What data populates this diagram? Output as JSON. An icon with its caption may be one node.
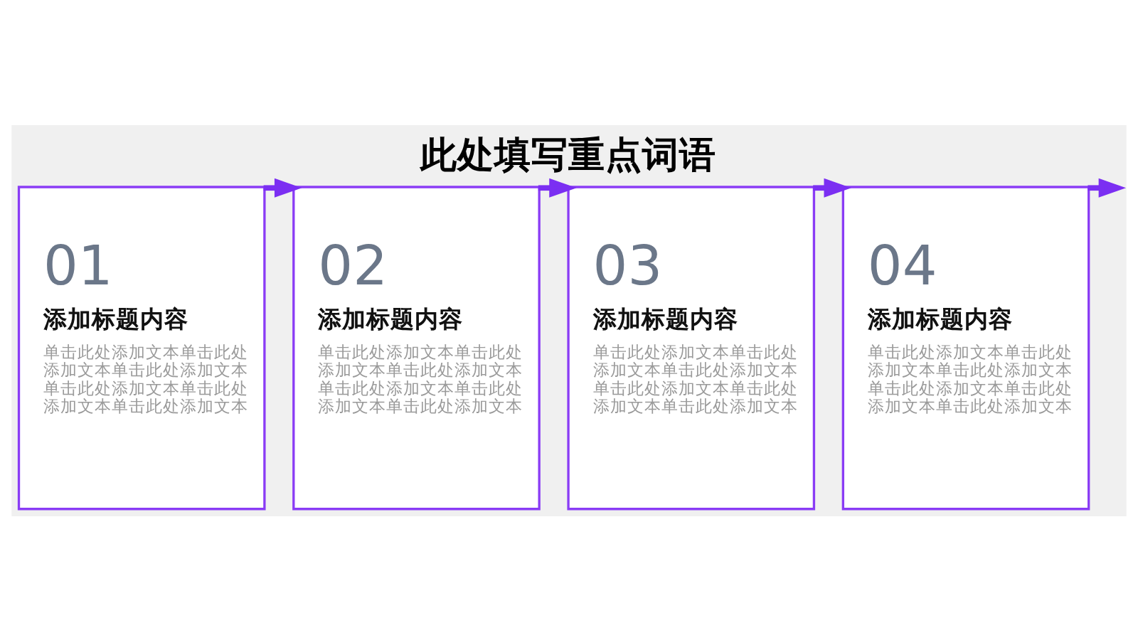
{
  "diagram": {
    "title": "此处填写重点词语",
    "nodes": [
      {
        "text": [
          "01",
          "添加标题内容",
          "单击此处添加文本单击此处添加文本单击此处添加文本单击此处添加文本单击此处添加文本单击此处添加文本"
        ]
      },
      {
        "text": [
          "02",
          "添加标题内容",
          "单击此处添加文本单击此处添加文本单击此处添加文本单击此处添加文本单击此处添加文本单击此处添加文本"
        ]
      },
      {
        "text": [
          "03",
          "添加标题内容",
          "单击此处添加文本单击此处添加文本单击此处添加文本单击此处添加文本单击此处添加文本单击此处添加文本"
        ]
      },
      {
        "text": [
          "04",
          "添加标题内容",
          "单击此处添加文本单击此处添加文本单击此处添加文本单击此处添加文本单击此处添加文本单击此处添加文本"
        ]
      }
    ],
    "edges": [
      {
        "from": 0,
        "to": 1,
        "arrow": "to"
      },
      {
        "from": 1,
        "to": 2,
        "arrow": "to"
      },
      {
        "from": 2,
        "to": 3,
        "arrow": "to"
      },
      {
        "from": 3,
        "to": null,
        "arrow": "to"
      }
    ]
  }
}
